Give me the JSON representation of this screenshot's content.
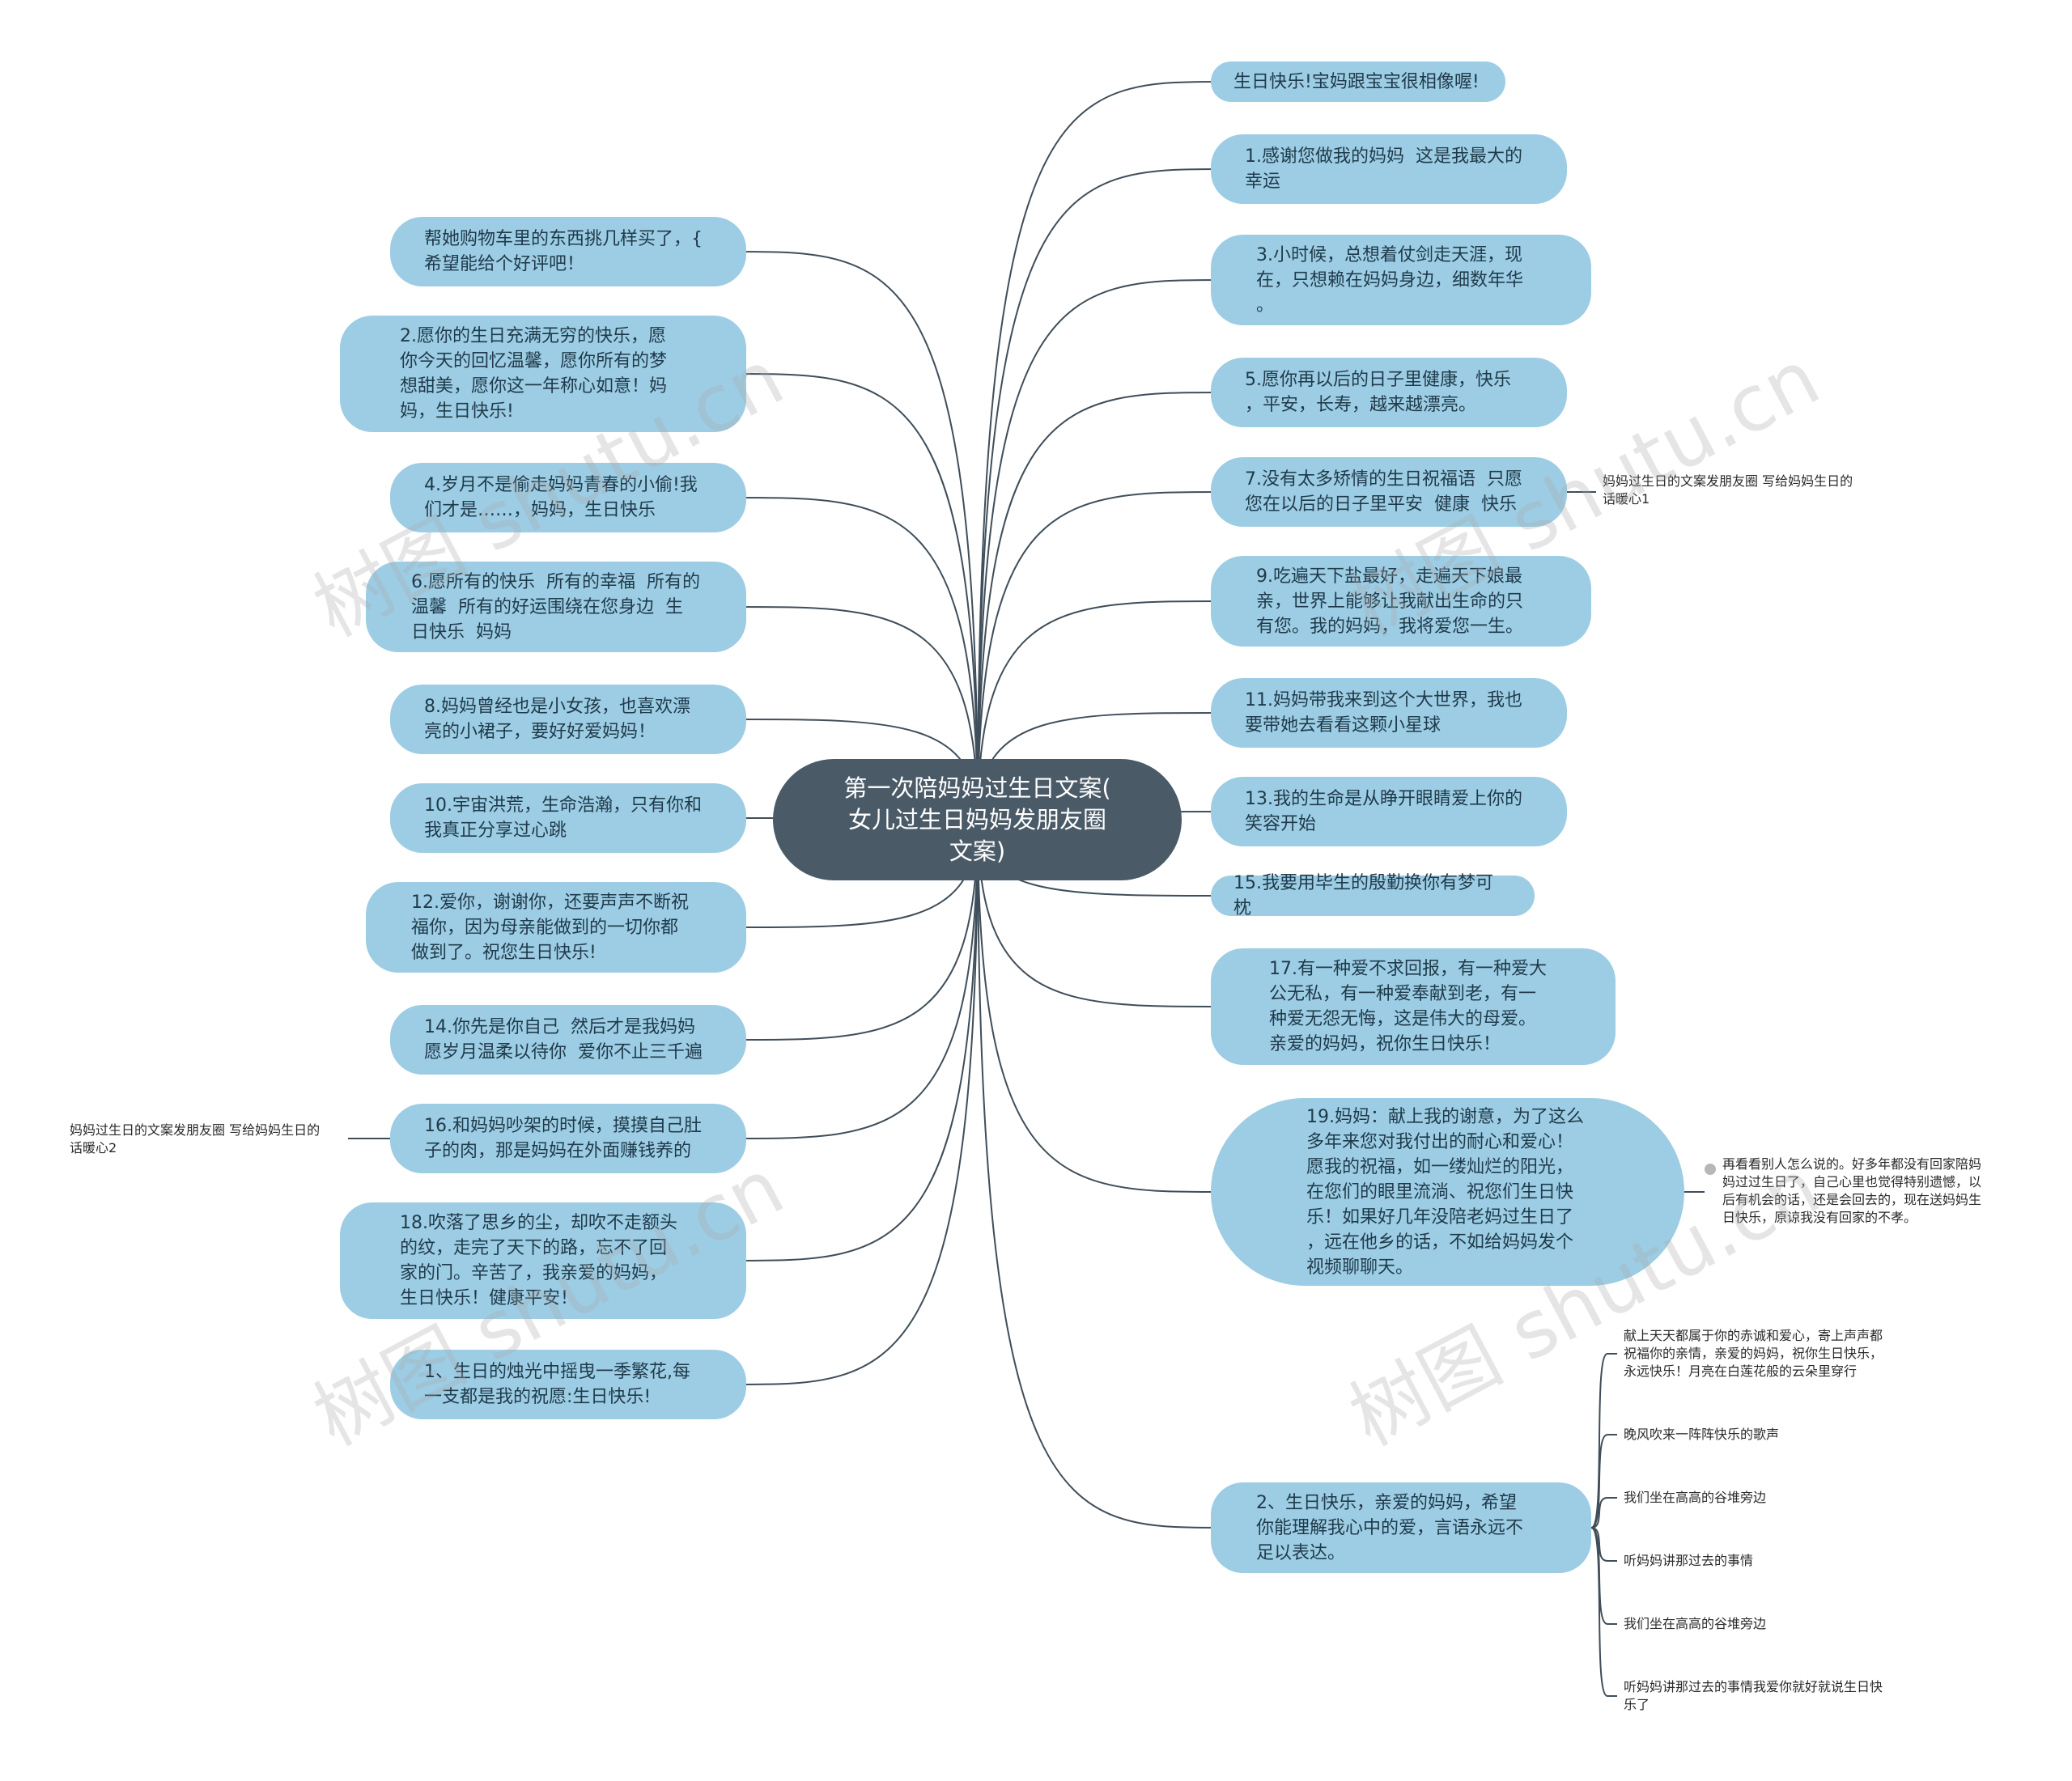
{
  "root": {
    "text": "第一次陪妈妈过生日文案(\n女儿过生日妈妈发朋友圈\n文案)"
  },
  "right": [
    {
      "text": "生日快乐!宝妈跟宝宝很相像喔!"
    },
    {
      "text": "1.感谢您做我的妈妈  这是我最大的\n幸运"
    },
    {
      "text": "3.小时候，总想着仗剑走天涯，现\n在，只想赖在妈妈身边，细数年华\n。"
    },
    {
      "text": "5.愿你再以后的日子里健康，快乐\n，平安，长寿，越来越漂亮。"
    },
    {
      "text": "7.没有太多矫情的生日祝福语  只愿\n您在以后的日子里平安  健康  快乐"
    },
    {
      "text": "9.吃遍天下盐最好，走遍天下娘最\n亲，世界上能够让我献出生命的只\n有您。我的妈妈，我将爱您一生。"
    },
    {
      "text": "11.妈妈带我来到这个大世界，我也\n要带她去看看这颗小星球"
    },
    {
      "text": "13.我的生命是从睁开眼睛爱上你的\n笑容开始"
    },
    {
      "text": "15.我要用毕生的殷勤换你有梦可枕"
    },
    {
      "text": "17.有一种爱不求回报，有一种爱大\n公无私，有一种爱奉献到老，有一\n种爱无怨无悔，这是伟大的母爱。\n亲爱的妈妈，祝你生日快乐！"
    },
    {
      "text": "19.妈妈：献上我的谢意，为了这么\n多年来您对我付出的耐心和爱心！\n愿我的祝福，如一缕灿烂的阳光，\n在您们的眼里流淌、祝您们生日快\n乐！如果好几年没陪老妈过生日了\n，远在他乡的话，不如给妈妈发个\n视频聊聊天。"
    },
    {
      "text": "2、生日快乐，亲爱的妈妈，希望\n你能理解我心中的爱，言语永远不\n足以表达。"
    }
  ],
  "left": [
    {
      "text": "帮她购物车里的东西挑几样买了，{\n希望能给个好评吧！"
    },
    {
      "text": "2.愿你的生日充满无穷的快乐，愿\n你今天的回忆温馨，愿你所有的梦\n想甜美，愿你这一年称心如意！妈\n妈，生日快乐!"
    },
    {
      "text": "4.岁月不是偷走妈妈青春的小偷!我\n们才是……，妈妈，生日快乐"
    },
    {
      "text": "6.愿所有的快乐  所有的幸福  所有的\n温馨  所有的好运围绕在您身边  生\n日快乐  妈妈"
    },
    {
      "text": "8.妈妈曾经也是小女孩，也喜欢漂\n亮的小裙子，要好好爱妈妈！"
    },
    {
      "text": "10.宇宙洪荒，生命浩瀚，只有你和\n我真正分享过心跳"
    },
    {
      "text": "12.爱你，谢谢你，还要声声不断祝\n福你，因为母亲能做到的一切你都\n做到了。祝您生日快乐!"
    },
    {
      "text": "14.你先是你自己  然后才是我妈妈\n愿岁月温柔以待你  爱你不止三千遍"
    },
    {
      "text": "16.和妈妈吵架的时候，摸摸自己肚\n子的肉，那是妈妈在外面赚钱养的"
    },
    {
      "text": "18.吹落了思乡的尘，却吹不走额头\n的纹，走完了天下的路，忘不了回\n家的门。辛苦了，我亲爱的妈妈，\n生日快乐！健康平安！"
    },
    {
      "text": "1、生日的烛光中摇曳一季繁花,每\n一支都是我的祝愿:生日快乐!"
    }
  ],
  "leaves": {
    "r7": "妈妈过生日的文案发朋友圈 写给妈妈生日的\n话暖心1",
    "l16": "妈妈过生日的文案发朋友圈 写给妈妈生日的\n话暖心2",
    "r19": "再看看别人怎么说的。好多年都没有回家陪妈\n妈过过生日了，自己心里也觉得特别遗憾，以\n后有机会的话，还是会回去的，现在送妈妈生\n日快乐，原谅我没有回家的不孝。",
    "r2": [
      "献上天天都属于你的赤诚和爱心，寄上声声都\n祝福你的亲情，亲爱的妈妈，祝你生日快乐，\n永远快乐！月亮在白莲花般的云朵里穿行",
      "晚风吹来一阵阵快乐的歌声",
      "我们坐在高高的谷堆旁边",
      "听妈妈讲那过去的事情",
      "我们坐在高高的谷堆旁边",
      "听妈妈讲那过去的事情我爱你就好就说生日快\n乐了"
    ]
  },
  "watermark": "树图 shutu.cn",
  "colors": {
    "node": "#9dcde4",
    "root": "#4a5a67",
    "line": "#3f4e5a"
  }
}
